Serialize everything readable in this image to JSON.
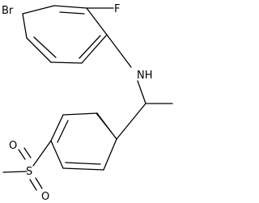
{
  "molecule": {
    "atom_labels": {
      "bromine": "Br",
      "fluorine": "F",
      "amine": "NH",
      "sulfur": "S",
      "oxygen_top": "O",
      "oxygen_bottom": "O"
    }
  }
}
